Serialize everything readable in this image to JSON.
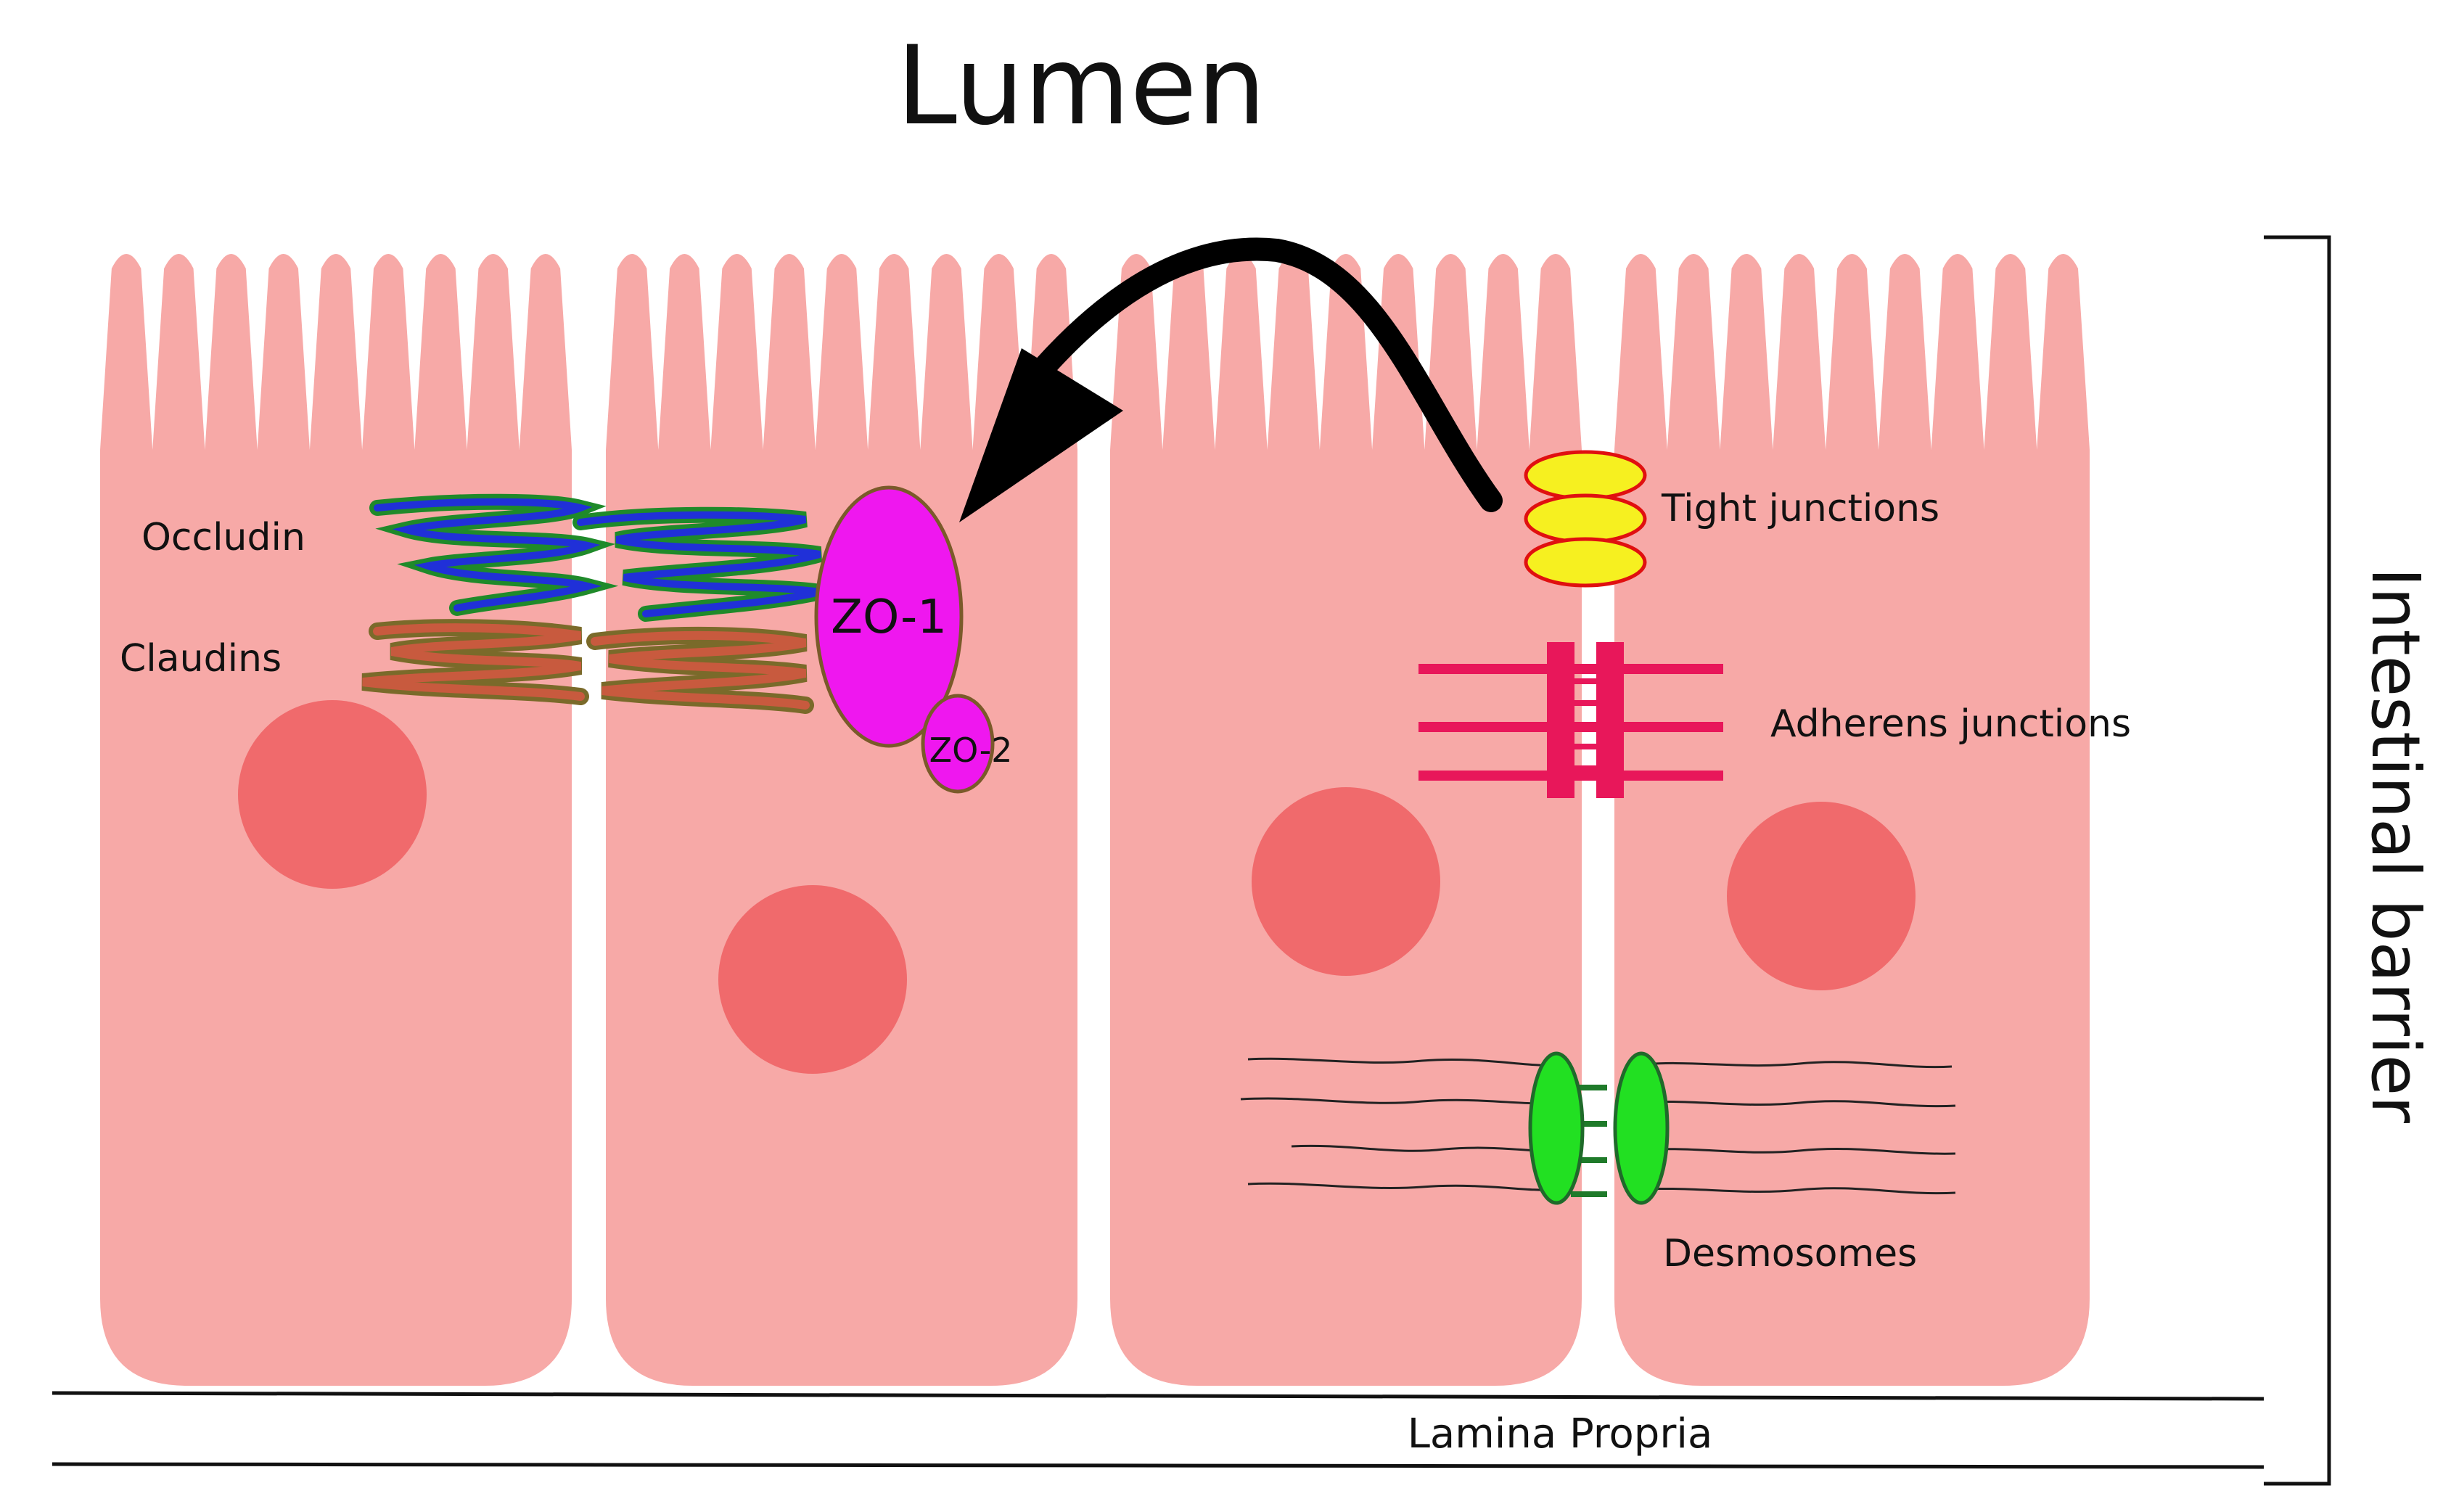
{
  "title": "Lumen",
  "side_label": "Intestinal barrier",
  "bottom_label": "Lamina Propria",
  "labels": {
    "occludin": "Occludin",
    "claudins": "Claudins",
    "zo1": "ZO-1",
    "zo2": "ZO-2",
    "tight": "Tight junctions",
    "adherens": "Adherens junctions",
    "desmosomes": "Desmosomes"
  },
  "colors": {
    "cell": "#f7a9a7",
    "nucleus": "#f06a6c",
    "occludin_stroke": "#2030d8",
    "occludin_edge": "#1f8a2a",
    "claudin_fill": "#c85a3e",
    "claudin_edge": "#7a6a2a",
    "zo": "#ef17ef",
    "tight_fill": "#f6f020",
    "tight_edge": "#e01010",
    "adherens": "#e8175a",
    "desmosome": "#22e022",
    "arrow": "#000000"
  }
}
